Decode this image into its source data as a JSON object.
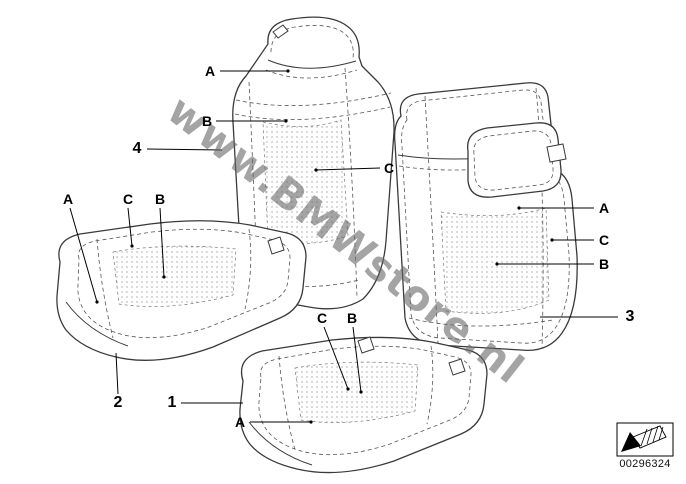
{
  "diagram": {
    "watermark": "www.BMWstore.nl",
    "document_number": "00296324",
    "callouts": [
      {
        "id": "backrest-left-label-a",
        "label": "A"
      },
      {
        "id": "backrest-left-label-b",
        "label": "B"
      },
      {
        "id": "part-number-4",
        "label": "4"
      },
      {
        "id": "backrest-left-label-c",
        "label": "C"
      },
      {
        "id": "cushion-left-label-a",
        "label": "A"
      },
      {
        "id": "cushion-left-label-c",
        "label": "C"
      },
      {
        "id": "cushion-left-label-b",
        "label": "B"
      },
      {
        "id": "backrest-right-label-a",
        "label": "A"
      },
      {
        "id": "backrest-right-label-c",
        "label": "C"
      },
      {
        "id": "backrest-right-label-b",
        "label": "B"
      },
      {
        "id": "part-number-3",
        "label": "3"
      },
      {
        "id": "cushion-center-label-c",
        "label": "C"
      },
      {
        "id": "cushion-center-label-b",
        "label": "B"
      },
      {
        "id": "part-number-2",
        "label": "2"
      },
      {
        "id": "part-number-1",
        "label": "1"
      },
      {
        "id": "cushion-center-label-a",
        "label": "A"
      }
    ]
  }
}
